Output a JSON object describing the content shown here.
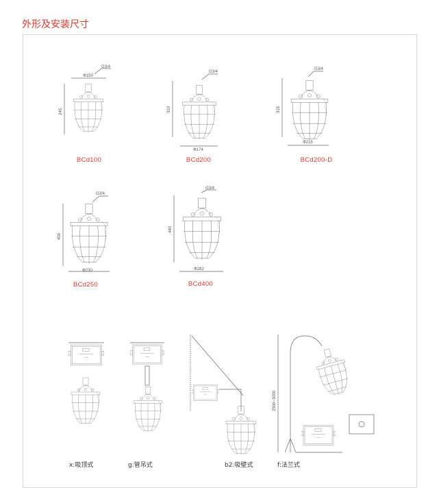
{
  "title": "外形及安装尺寸",
  "models": [
    {
      "name": "BCd100",
      "height": "245",
      "diameter": "Φ150",
      "thread": "G3/4"
    },
    {
      "name": "BCd200",
      "height": "310",
      "diameter": "Φ174",
      "thread": "G3/4"
    },
    {
      "name": "BCd200-D",
      "height": "315",
      "diameter": "Φ215",
      "thread": "G3/4"
    },
    {
      "name": "BCd250",
      "height": "400",
      "diameter": "Φ230",
      "thread": "G3/4"
    },
    {
      "name": "BCd400",
      "height": "440",
      "diameter": "Φ282",
      "thread": "G3/4"
    }
  ],
  "mountings": [
    {
      "label": "x:吸顶式"
    },
    {
      "label": "g:管吊式"
    },
    {
      "label": "b2:吸壁式"
    },
    {
      "label": "f:法兰式",
      "pole_height": "2500~3000"
    }
  ],
  "colors": {
    "accent": "#d9382f",
    "line": "#666666"
  }
}
